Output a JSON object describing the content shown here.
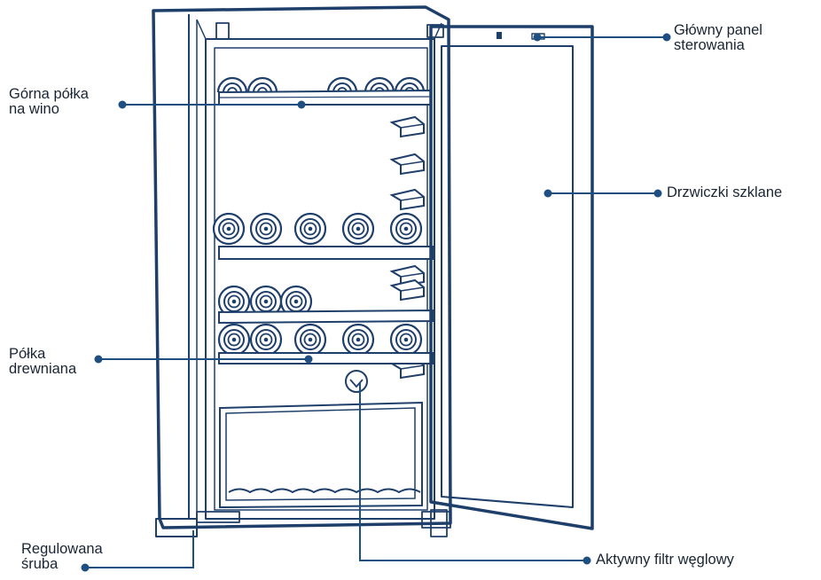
{
  "labels": {
    "control_panel": {
      "line1": "Główny panel",
      "line2": "sterowania"
    },
    "glass_door": "Drzwiczki szklane",
    "top_shelf": {
      "line1": "Górna półka",
      "line2": "na wino"
    },
    "wooden_shelf": {
      "line1": "Półka",
      "line2": "drewniana"
    },
    "adjustable_screw": {
      "line1": "Regulowana",
      "line2": "śruba"
    },
    "carbon_filter": "Aktywny filtr węglowy"
  },
  "colors": {
    "outline": "#1f3f6b",
    "leader_line": "#1f4f80",
    "text": "#1a2533"
  }
}
